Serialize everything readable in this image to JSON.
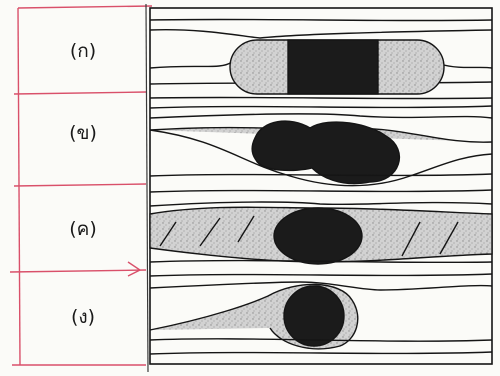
{
  "rows": [
    {
      "label": "(ก)"
    },
    {
      "label": "(ข)"
    },
    {
      "label": "(ค)"
    },
    {
      "label": "(ง)"
    }
  ],
  "colors": {
    "ink": "#151515",
    "core": "#1b1b1b",
    "halo": "#cfcfcf",
    "paper": "#fbfbf8",
    "guide_lines": "#d9506a"
  }
}
